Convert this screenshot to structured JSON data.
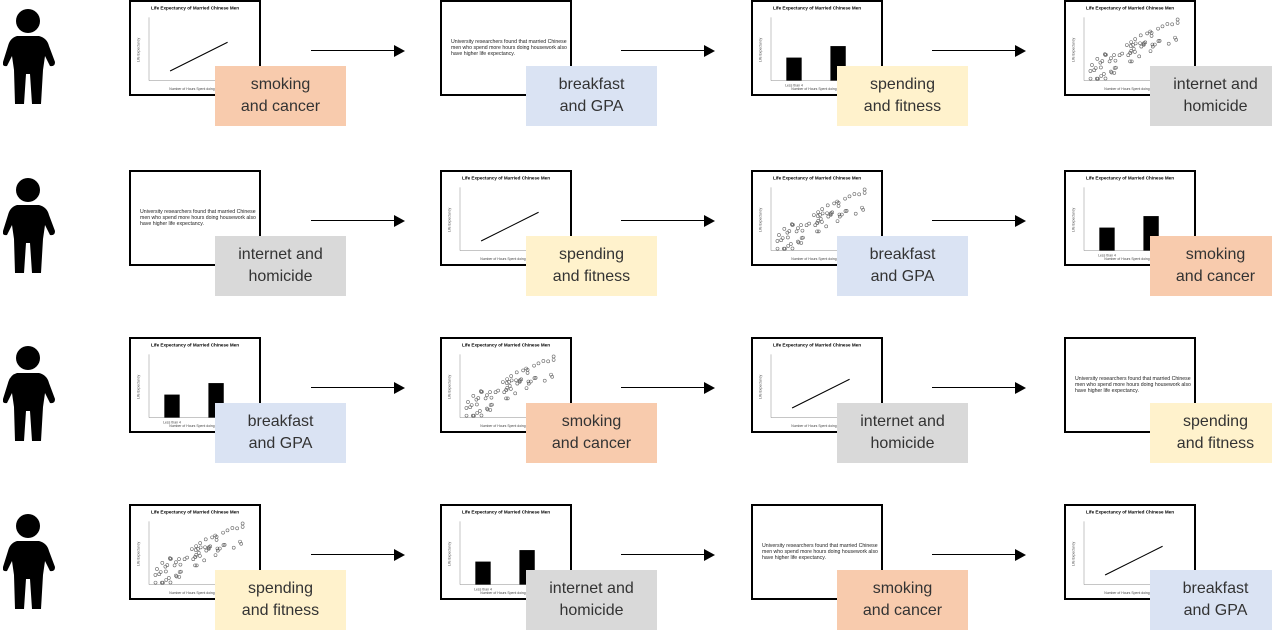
{
  "chart_title": "Life Expectancy of Married Chinese Men",
  "y_axis_label": "Life Expectancy",
  "x_axis_label": "Number of Hours Spent doing housework",
  "bar_category_label": "Less than 4",
  "slide_text": "University researchers found that married Chinese men who spend more hours doing housework also have higher life expectancy.",
  "topics": {
    "smoking": {
      "lines": [
        "smoking",
        "and cancer"
      ],
      "color": "#f8cbad"
    },
    "breakfast": {
      "lines": [
        "breakfast",
        "and GPA"
      ],
      "color": "#dae3f3"
    },
    "spending": {
      "lines": [
        "spending",
        "and fitness"
      ],
      "color": "#fff2cc"
    },
    "internet": {
      "lines": [
        "internet and",
        "homicide"
      ],
      "color": "#d9d9d9"
    }
  },
  "rows": [
    [
      {
        "graph": "line",
        "topic": "smoking"
      },
      {
        "graph": "text",
        "topic": "breakfast"
      },
      {
        "graph": "bar",
        "topic": "spending"
      },
      {
        "graph": "scatter",
        "topic": "internet"
      }
    ],
    [
      {
        "graph": "text",
        "topic": "internet"
      },
      {
        "graph": "line",
        "topic": "spending"
      },
      {
        "graph": "scatter",
        "topic": "breakfast"
      },
      {
        "graph": "bar",
        "topic": "smoking"
      }
    ],
    [
      {
        "graph": "bar",
        "topic": "breakfast"
      },
      {
        "graph": "scatter",
        "topic": "smoking"
      },
      {
        "graph": "line",
        "topic": "internet"
      },
      {
        "graph": "text",
        "topic": "spending"
      }
    ],
    [
      {
        "graph": "scatter",
        "topic": "spending"
      },
      {
        "graph": "bar",
        "topic": "internet"
      },
      {
        "graph": "text",
        "topic": "smoking"
      },
      {
        "graph": "line",
        "topic": "breakfast"
      }
    ]
  ]
}
